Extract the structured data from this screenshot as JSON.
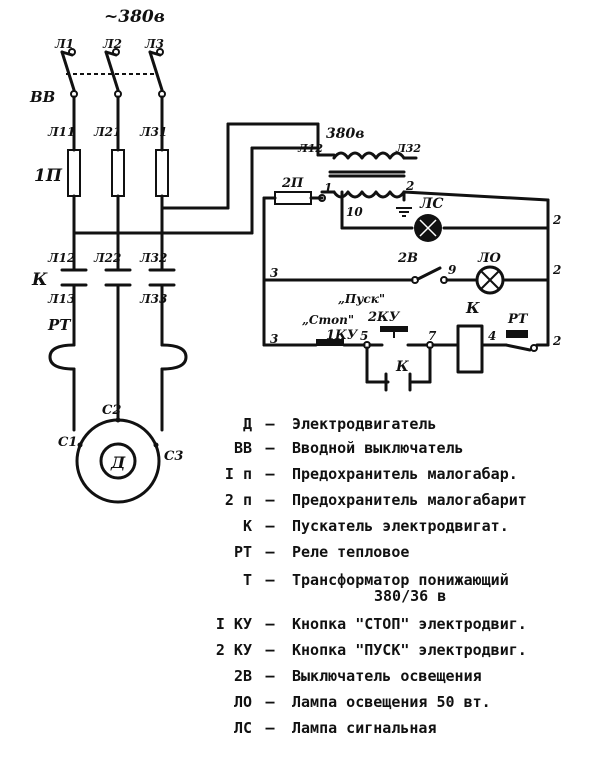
{
  "supply": {
    "voltage": "~380в",
    "phases": [
      "Л1",
      "Л2",
      "Л3"
    ]
  },
  "diagram_labels": {
    "bb": "ВВ",
    "fuse_group": "1П",
    "l11": "Л11",
    "l21": "Л21",
    "l31": "Л31",
    "l12": "Л12",
    "l22": "Л22",
    "l32": "Л32",
    "contactor": "К",
    "l13": "Л13",
    "l33": "Л33",
    "relay": "РТ",
    "c1": "С1",
    "c2": "С2",
    "c3": "С3",
    "motor": "Д",
    "transformer_voltage": "380в",
    "tr_l12": "Л12",
    "tr_l32": "Л32",
    "fuse2": "2П",
    "node_1": "1",
    "node_2": "2",
    "node_10": "10",
    "lamp_signal": "ЛС",
    "node_2b": "2",
    "switch": "2В",
    "node_9": "9",
    "lamp_light": "ЛО",
    "node_3a": "3",
    "node_2c": "2",
    "stop_label": "„Стоп\"",
    "start_label": "„Пуск\"",
    "ku2": "2КУ",
    "ku1": "1КУ",
    "node_5": "5",
    "node_7": "7",
    "coil": "К",
    "relay_rt": "РТ",
    "node_4": "4",
    "node_3b": "3",
    "node_2d": "2",
    "hold_contact": "К"
  },
  "legend": [
    {
      "key": "Д",
      "text": "Электродвигатель"
    },
    {
      "key": "ВВ",
      "text": "Вводной выключатель"
    },
    {
      "key": "I п",
      "text": "Предохранитель малогабар."
    },
    {
      "key": "2 п",
      "text": "Предохранитель малогабарит"
    },
    {
      "key": "К",
      "text": "Пускатель электродвигат."
    },
    {
      "key": "РТ",
      "text": "Реле тепловое"
    },
    {
      "key": "Т",
      "text": "Трансформатор понижающий"
    },
    {
      "key": "",
      "text": "380/36 в"
    },
    {
      "key": "I КУ",
      "text": "Кнопка \"СТОП\" электродвиг."
    },
    {
      "key": "2 КУ",
      "text": "Кнопка \"ПУСК\" электродвиг."
    },
    {
      "key": "2В",
      "text": "Выключатель освещения"
    },
    {
      "key": "ЛО",
      "text": "Лампа освещения 50 вт."
    },
    {
      "key": "ЛС",
      "text": "Лампа сигнальная"
    }
  ],
  "legend_dash": "–"
}
